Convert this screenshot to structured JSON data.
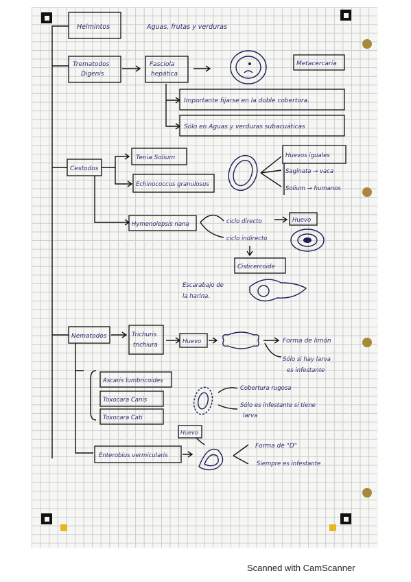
{
  "header": {
    "title": "Helmintos",
    "subtitle": "Aguas, frutas y verduras"
  },
  "trematodos": {
    "label": "Trematodos Digenis",
    "species": "Fasciola hepática",
    "stage": "Metacercaria",
    "notes": [
      "Importante fijarse en la doble cobertora.",
      "Sólo en Aguas y verduras subacuáticas"
    ]
  },
  "cestodos": {
    "label": "Cestodos",
    "species": [
      "Tenia Solium",
      "Echinococcus granulosus",
      "Hymenolepsis nana"
    ],
    "egg_notes": [
      "Huevos iguales",
      "Saginata → vaca",
      "Solium → humanos"
    ],
    "cycle": {
      "direct": "ciclo directo",
      "egg": "Huevo",
      "indirect": "ciclo indirecto",
      "cyst": "Cisticercoide"
    },
    "beetle_note": "Escarabajo de la harina."
  },
  "nematodos": {
    "label": "Nematodos",
    "trichuris": {
      "name": "Trichuris trichiura",
      "egg": "Huevo",
      "notes": [
        "Forma de limón",
        "Sólo si hay larva es infestante"
      ]
    },
    "ascaris_group": [
      "Ascaris lumbricoides",
      "Toxocara Canis",
      "Toxocara Cati"
    ],
    "ascaris_notes": [
      "Cobertura rugosa",
      "Sólo es infestante si tiene larva"
    ],
    "enterobius": {
      "name": "Enterobius vermicularis",
      "egg": "Huevo",
      "notes": [
        "Forma de \"D\"",
        "Siempre es infestante"
      ]
    }
  },
  "footer": "Scanned with CamScanner"
}
